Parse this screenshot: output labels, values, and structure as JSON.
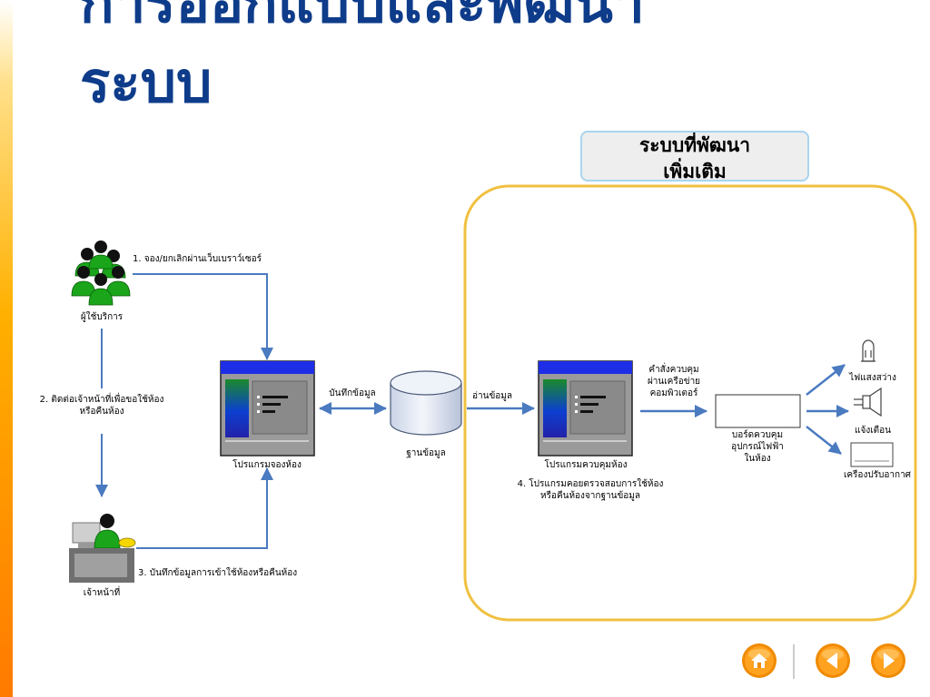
{
  "title": {
    "line1": "การออกแบบและพัฒนา",
    "line2": "ระบบ"
  },
  "callout": {
    "line1": "ระบบที่พัฒนา",
    "line2": "เพิ่มเติม"
  },
  "actors": {
    "users": "ผู้ใช้บริการ",
    "staff": "เจ้าหน้าที่"
  },
  "steps": {
    "step1": "1. จอง/ยกเลิกผ่านเว็บเบราว์เซอร์",
    "step2_line1": "2. ติดต่อเจ้าหน้าที่เพื่อขอใช้ห้อง",
    "step2_line2": "หรือคืนห้อง",
    "step3": "3. บันทึกข้อมูลการเข้าใช้ห้องหรือคืนห้อง",
    "step4_line1": "4. โปรแกรมคอยตรวจสอบการใช้ห้อง",
    "step4_line2": "หรือคืนห้องจากฐานข้อมูล"
  },
  "components": {
    "booking_program": "โปรแกรมจองห้อง",
    "database": "ฐานข้อมูล",
    "control_program": "โปรแกรมควบคุมห้อง",
    "board_line1": "บอร์ดควบคุม",
    "board_line2": "อุปกรณ์ไฟฟ้า",
    "board_line3": "ในห้อง"
  },
  "flows": {
    "save_data": "บันทึกข้อมูล",
    "read_data": "อ่านข้อมูล",
    "command_line1": "คำสั่งควบคุม",
    "command_line2": "ผ่านเครือข่าย",
    "command_line3": "คอมพิวเตอร์"
  },
  "devices": {
    "light": "ไฟแสงสว่าง",
    "alarm": "แจ้งเตือน",
    "aircon": "เครื่องปรับอากาศ"
  },
  "nav": {
    "home_icon": "house-icon",
    "prev_icon": "arrow-left-icon",
    "next_icon": "arrow-right-icon"
  },
  "colors": {
    "title": "#0e3c8a",
    "arrow": "#4a7ac0",
    "region_border": "#f0c040",
    "people_green": "#1aa51a",
    "window_titlebar": "#1e2ee6",
    "nav_orange": "#f08a00"
  }
}
